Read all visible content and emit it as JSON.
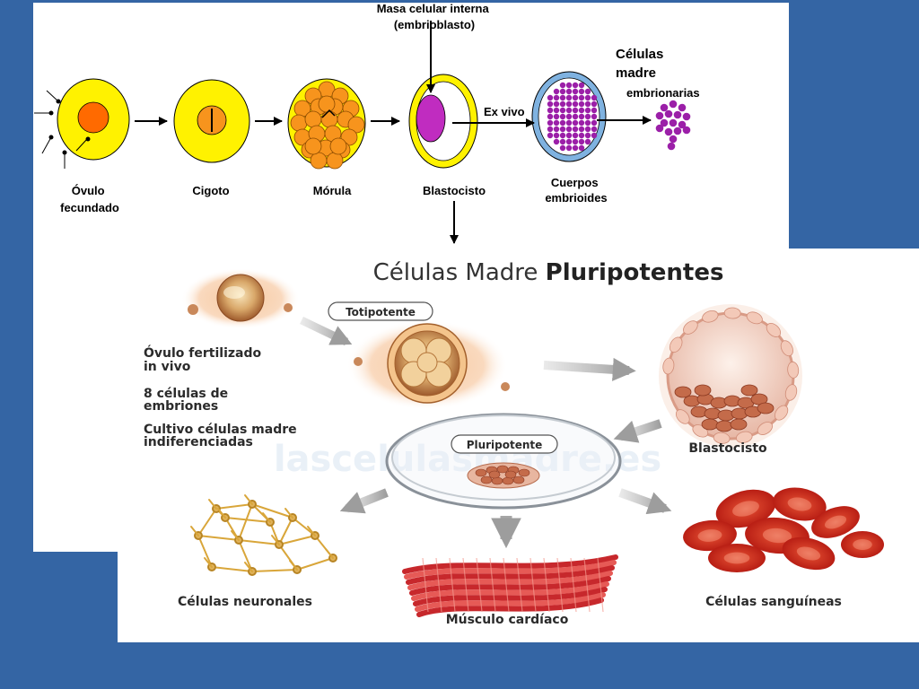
{
  "top_diagram": {
    "inner_cell_mass_label": [
      "Masa celular interna",
      "(embrioblasto)"
    ],
    "ex_vivo_label": "Ex vivo",
    "stem_cells_label": [
      "Células",
      "madre",
      "embrionarias"
    ],
    "stages": [
      {
        "lines": [
          "Óvulo",
          "fecundado"
        ]
      },
      {
        "lines": [
          "Cigoto"
        ]
      },
      {
        "lines": [
          "Mórula"
        ]
      },
      {
        "lines": [
          "Blastocisto"
        ]
      },
      {
        "lines": [
          "Cuerpos",
          "embrioides"
        ]
      }
    ]
  },
  "bottom_diagram": {
    "title_regular": "Células Madre ",
    "title_bold": "Pluripotentes",
    "totipotent_tag": "Totipotente",
    "pluripotent_tag": "Pluripotente",
    "steps": [
      [
        "Óvulo fertilizado",
        "in vivo"
      ],
      [
        "8 células de",
        "embriones"
      ],
      [
        "Cultivo células madre",
        "indiferenciadas"
      ]
    ],
    "blastocyst_label": "Blastocisto",
    "watermark": "lascelulasmadre.es",
    "outputs": [
      "Células neuronales",
      "Músculo cardíaco",
      "Células sanguíneas"
    ]
  },
  "colors": {
    "background": "#3465a4",
    "yellow": "#fff200",
    "orange": "#f7941d",
    "magenta": "#c02cc0",
    "purple": "#9b1fa8",
    "light_blue": "#7fb2e0"
  }
}
